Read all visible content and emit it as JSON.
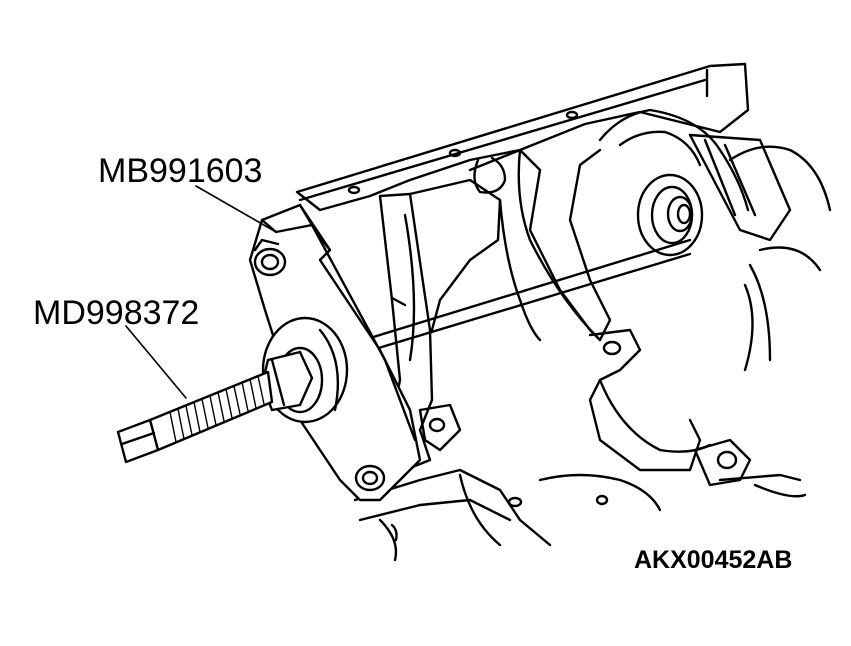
{
  "figure": {
    "callouts": [
      {
        "id": "tool-a",
        "text": "MB991603"
      },
      {
        "id": "tool-b",
        "text": "MD998372"
      }
    ],
    "figure_code": "AKX00452AB"
  },
  "colors": {
    "line": "#000000",
    "background": "#ffffff"
  }
}
